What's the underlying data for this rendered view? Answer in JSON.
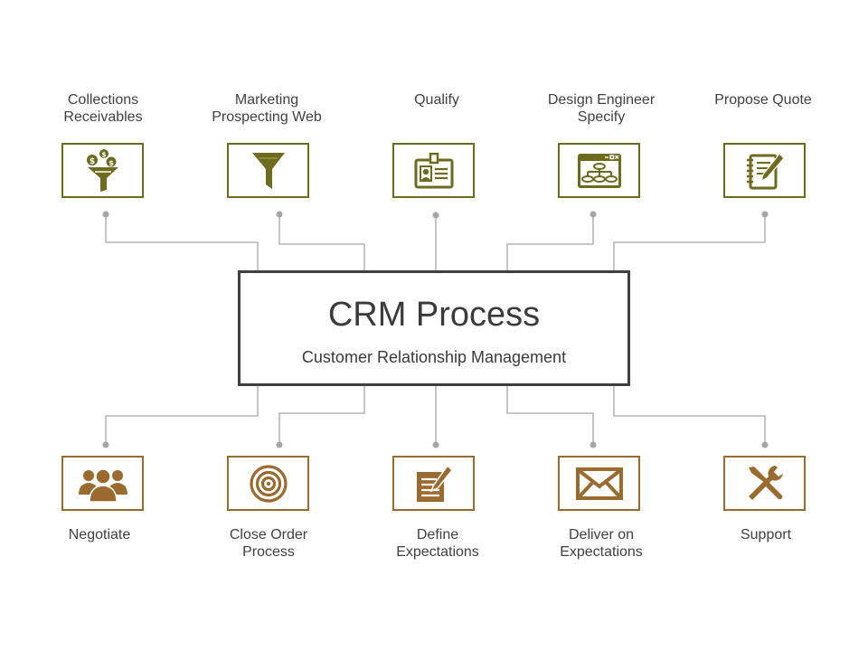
{
  "center": {
    "title": "CRM Process",
    "subtitle": "Customer Relationship Management"
  },
  "top_items": [
    {
      "label": "Collections\nReceivables",
      "icon": "money-funnel-icon"
    },
    {
      "label": "Marketing\nProspecting Web",
      "icon": "funnel-icon"
    },
    {
      "label": "Qualify",
      "icon": "id-card-icon"
    },
    {
      "label": "Design Engineer\nSpecify",
      "icon": "flowchart-window-icon"
    },
    {
      "label": "Propose Quote",
      "icon": "notepad-pencil-icon"
    }
  ],
  "bottom_items": [
    {
      "label": "Negotiate",
      "icon": "people-group-icon"
    },
    {
      "label": "Close Order\nProcess",
      "icon": "target-icon"
    },
    {
      "label": "Define\nExpectations",
      "icon": "document-pencil-icon"
    },
    {
      "label": "Deliver on\nExpectations",
      "icon": "envelope-icon"
    },
    {
      "label": "Support",
      "icon": "wrench-screwdriver-icon"
    }
  ],
  "colors": {
    "top_accent": "#6e6a1e",
    "bottom_accent": "#9b6a2e",
    "connector": "#a6a6a6",
    "center_border": "#3f3f3f"
  }
}
